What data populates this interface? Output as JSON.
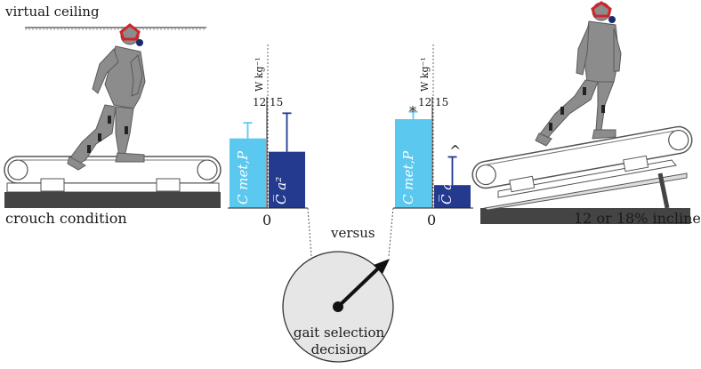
{
  "labels": {
    "virtual_ceiling": "virtual ceiling",
    "crouch_condition": "crouch condition",
    "incline_condition": "12 or 18% incline",
    "versus": "versus",
    "gait_decision_line1": "gait selection",
    "gait_decision_line2": "decision"
  },
  "left_panel": {
    "zero_label": "0",
    "tick_left": "12",
    "tick_right": "15",
    "unit": "W kg⁻¹",
    "bar_metabolic_label": "C met,P",
    "bar_ca2_label": "C̅ a²",
    "metabolic_value": 9.4,
    "metabolic_error": 2.1,
    "ca2_value": 7.6,
    "ca2_error": 5.2
  },
  "right_panel": {
    "zero_label": "0",
    "tick_left": "12",
    "tick_right": "15",
    "unit": "W kg⁻¹",
    "bar_metabolic_label": "C met,P",
    "bar_ca2_label": "C̅ a²",
    "metabolic_value": 12,
    "metabolic_error": 1.0,
    "ca2_value": 3.1,
    "ca2_error": 3.8,
    "metabolic_marker": "*",
    "ca2_marker": "^"
  },
  "colors": {
    "metabolic_bar": "#5bc8ef",
    "ca2_bar": "#233a8f",
    "figure": "#8c8c8c",
    "figure_dark": "#5a5a5a",
    "treadmill_base": "#444444",
    "dial_fill": "#e6e6e6",
    "helmet": "#d0242a"
  }
}
